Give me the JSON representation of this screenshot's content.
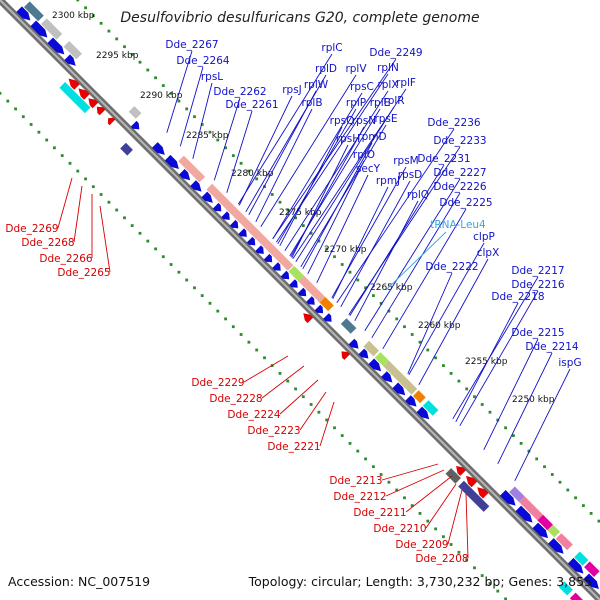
{
  "title": "Desulfovibrio desulfuricans G20, complete genome",
  "accession": "Accession: NC_007519",
  "topology": "Topology: circular; Length: 3,730,232 bp; Genes: 3,855",
  "colors": {
    "backbone": "#8a8a8a",
    "forward_gene": "#0a0ad8",
    "reverse_gene": "#e80000",
    "forward_label": "#1010c8",
    "reverse_label": "#d40000",
    "trna_label": "#3aa8d8",
    "tick_dot": "#2e8b2e",
    "cog_salmon": "#f0a8a0",
    "cog_grey": "#c0c0c0",
    "cog_cyan": "#00e0e0",
    "cog_olive": "#c8c090",
    "cog_orange": "#f08000",
    "cog_lime": "#a8e060",
    "cog_navy": "#404098",
    "cog_steel": "#507890",
    "cog_purple": "#a080e0",
    "cog_pink": "#f080a0",
    "cog_magenta": "#e000a0"
  },
  "kbp_ticks": [
    "2300 kbp",
    "2295 kbp",
    "2290 kbp",
    "2285 kbp",
    "2280 kbp",
    "2275 kbp",
    "2270 kbp",
    "2265 kbp",
    "2260 kbp",
    "2255 kbp",
    "2250 kbp"
  ],
  "forward_labels": [
    "Dde_2267",
    "Dde_2264",
    "rpsL",
    "Dde_2262",
    "Dde_2261",
    "rplC",
    "rplD",
    "rplV",
    "rplW",
    "rpsJ",
    "rplB",
    "Dde_2249",
    "rplN",
    "rplX",
    "rplF",
    "rpsC",
    "rplP",
    "rplE",
    "rplR",
    "rpsQ",
    "rpsN",
    "rpsE",
    "rpsH",
    "rpmD",
    "rplO",
    "secY",
    "rpsM",
    "rpmJ",
    "rpsD",
    "rplQ",
    "Dde_2236",
    "Dde_2233",
    "Dde_2231",
    "Dde_2227",
    "Dde_2226",
    "Dde_2225",
    "Dde_2222",
    "clpP",
    "clpX",
    "Dde_2218",
    "Dde_2217",
    "Dde_2216",
    "Dde_2215",
    "Dde_2214",
    "ispG"
  ],
  "trna_labels": [
    "tRNA-Leu4"
  ],
  "reverse_labels": [
    "Dde_2269",
    "Dde_2268",
    "Dde_2266",
    "Dde_2265",
    "Dde_2229",
    "Dde_2228",
    "Dde_2224",
    "Dde_2223",
    "Dde_2221",
    "Dde_2213",
    "Dde_2212",
    "Dde_2211",
    "Dde_2210",
    "Dde_2209",
    "Dde_2208"
  ]
}
